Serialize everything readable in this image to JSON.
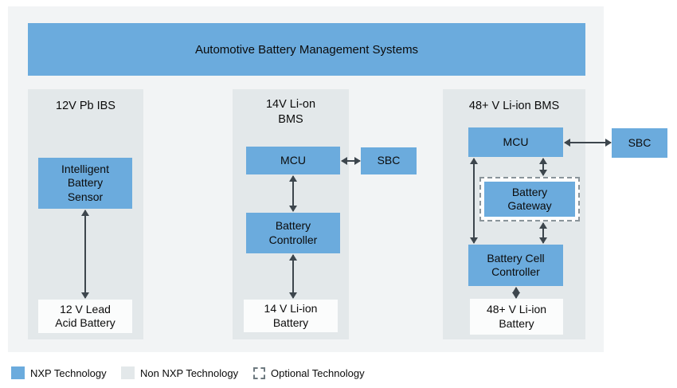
{
  "title": "Automotive Battery Management Systems",
  "colors": {
    "nxp_blue": "#6BABDD",
    "non_nxp_gray": "#E3E8EA",
    "panel_background": "#F2F4F5",
    "arrow": "#3D464D"
  },
  "columns": [
    {
      "header": "12V Pb IBS",
      "nodes": {
        "sensor": "Intelligent\nBattery\nSensor",
        "battery": "12 V Lead\nAcid Battery"
      }
    },
    {
      "header": "14V Li-on\nBMS",
      "nodes": {
        "mcu": "MCU",
        "sbc": "SBC",
        "controller": "Battery\nController",
        "battery": "14 V Li-ion\nBattery"
      }
    },
    {
      "header": "48+ V Li-ion BMS",
      "nodes": {
        "mcu": "MCU",
        "sbc": "SBC",
        "gateway": "Battery\nGateway",
        "cell_controller": "Battery Cell\nController",
        "battery": "48+ V Li-ion\nBattery"
      }
    }
  ],
  "legend": [
    {
      "label": "NXP Technology",
      "swatch": "nxp"
    },
    {
      "label": "Non NXP Technology",
      "swatch": "non-nxp"
    },
    {
      "label": "Optional Technology",
      "swatch": "optional"
    }
  ]
}
